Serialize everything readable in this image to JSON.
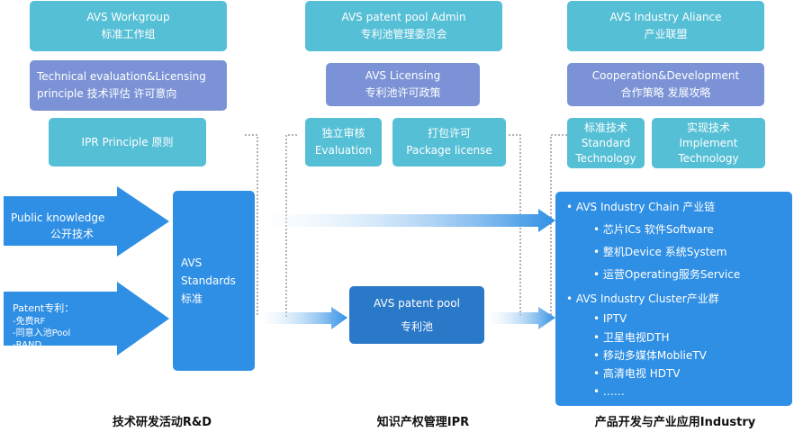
{
  "top_boxes": {
    "workgroup": {
      "line1": "AVS Workgroup",
      "line2": "标准工作组"
    },
    "patent_pool_admin": {
      "line1": "AVS patent pool Admin",
      "line2": "专利池管理委员会"
    },
    "industry_aliance": {
      "line1": "AVS Industry Aliance",
      "line2": "产业联盟"
    }
  },
  "second_row": {
    "tech_eval": {
      "line1": "Technical evaluation&Licensing",
      "line2": "principle  技术评估 许可意向"
    },
    "licensing": {
      "line1": "AVS Licensing",
      "line2": "专利池许可政策"
    },
    "coop_dev": {
      "line1": "Cooperation&Development",
      "line2": "合作策略 发展攻略"
    }
  },
  "third_row": {
    "ipr_principle": "IPR Principle 原则",
    "evaluation": {
      "line1": "独立审核",
      "line2": "Evaluation"
    },
    "package": {
      "line1": "打包许可",
      "line2": "Package license"
    },
    "standard_tech": {
      "line1": "标准技术",
      "line2": "Standard",
      "line3": "Technology"
    },
    "implement_tech": {
      "line1": "实现技术",
      "line2": "Implement",
      "line3": "Technology"
    }
  },
  "left_arrows": {
    "public": {
      "line1": "Public knowledge",
      "line2": "公开技术"
    },
    "patent": {
      "line1": "Patent专利：",
      "items": [
        "-免费RF",
        "-同意入池Pool",
        "-RAND"
      ]
    }
  },
  "standards": {
    "line1": "AVS",
    "line2": "Standards",
    "line3": "标准"
  },
  "patent_pool": {
    "line1": "AVS patent pool",
    "line2": "专利池"
  },
  "industry": {
    "chain_title": "• AVS Industry Chain 产业链",
    "chain_items": [
      "• 芯片ICs 软件Software",
      "• 整机Device 系统System",
      "• 运营Operating服务Service"
    ],
    "cluster_title": "• AVS Industry Cluster产业群",
    "cluster_items": [
      "• IPTV",
      "• 卫星电视DTH",
      "• 移动多媒体MoblieTV",
      "• 高清电视 HDTV",
      "• ……"
    ]
  },
  "footers": {
    "rd": "技术研发活动R&D",
    "ipr": "知识产权管理IPR",
    "industry": "产品开发与产业应用Industry"
  },
  "colors": {
    "teal": "#55bfd6",
    "lavender": "#7b93d6",
    "blue": "#2f8fe4",
    "dark_blue": "#2a78c8"
  }
}
